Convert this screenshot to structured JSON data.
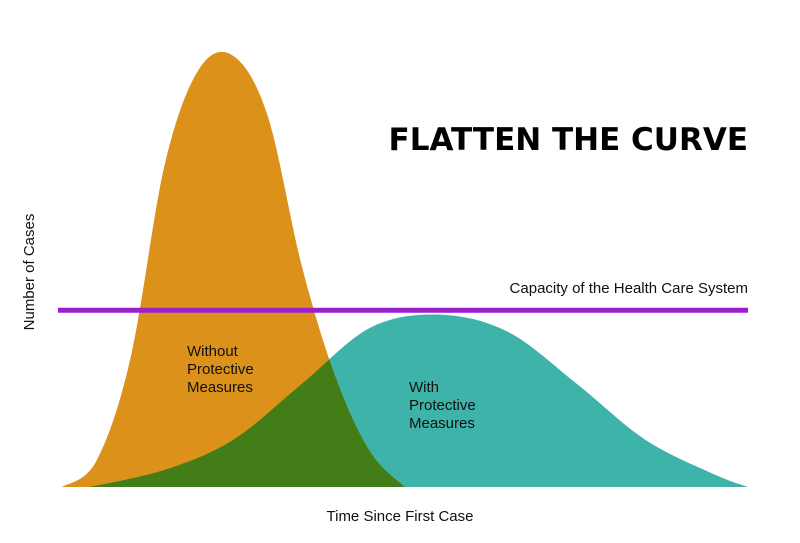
{
  "chart_data": {
    "type": "area",
    "title": "FLATTEN THE CURVE",
    "xlabel": "Time Since First Case",
    "ylabel": "Number of Cases",
    "grid": false,
    "legend": "none",
    "xlim": [
      0,
      100
    ],
    "ylim": [
      0,
      100
    ],
    "threshold": {
      "label": "Capacity of the Health Care System",
      "value": 41,
      "color": "#9b1fd0"
    },
    "series": [
      {
        "name": "Without Protective Measures",
        "label_lines": [
          "Without",
          "Protective",
          "Measures"
        ],
        "color": "#dc921a",
        "peak_x": 25,
        "peak_y": 100,
        "x": [
          0,
          5,
          10,
          15,
          20,
          25,
          30,
          35,
          40,
          45,
          50
        ],
        "y": [
          0,
          6,
          30,
          75,
          97,
          100,
          86,
          51,
          25,
          8,
          0
        ]
      },
      {
        "name": "With Protective Measures",
        "label_lines": [
          "With",
          "Protective",
          "Measures"
        ],
        "color": "#3eb3aa",
        "peak_x": 55,
        "peak_y": 40,
        "x": [
          4,
          15,
          25,
          35,
          45,
          55,
          65,
          75,
          85,
          95,
          100
        ],
        "y": [
          0,
          4,
          11,
          24,
          37,
          40,
          36,
          24,
          11,
          3,
          0
        ]
      }
    ],
    "overlap_color": "#437d17"
  }
}
